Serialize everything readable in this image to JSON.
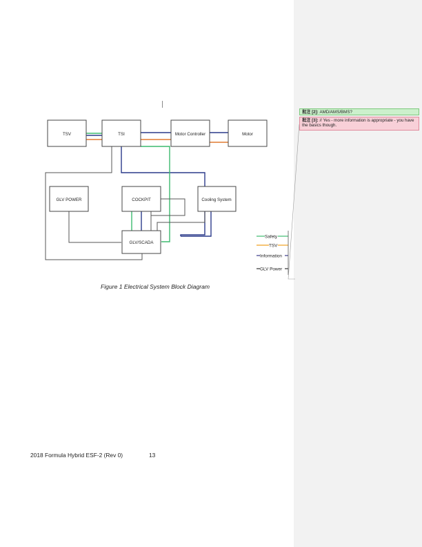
{
  "diagram": {
    "blocks": {
      "tsv": "TSV",
      "tsi": "TSI",
      "motor_controller": "Motor Controller",
      "motor": "Motor",
      "glv_power": "GLV POWER",
      "cockpit": "COCKPIT",
      "cooling_system": "Cooling System",
      "glv_scada": "GLV/SCADA"
    },
    "legend": [
      {
        "label": "Safety",
        "color": "#3cba6e"
      },
      {
        "label": "TSV",
        "color": "#f0a020"
      },
      {
        "label": "Information",
        "color": "#3a3a8a"
      },
      {
        "label": "GLV Power",
        "color": "#333333"
      }
    ],
    "caption": "Figure 1 Electrical System Block Diagram"
  },
  "comments": [
    {
      "tag": "批注 [2]:",
      "text": " AMD/AMS/BMS?"
    },
    {
      "tag": "批注 [3]:",
      "text": " // Yes - more information is appropriate - you have the basics though."
    }
  ],
  "footer": {
    "doc": "2018 Formula Hybrid ESF-2 (Rev 0)",
    "page": "13"
  }
}
